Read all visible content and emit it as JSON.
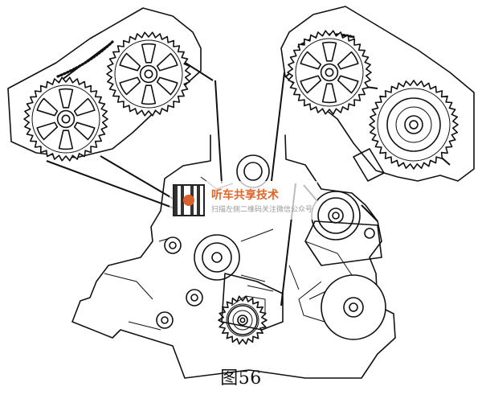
{
  "caption": "图56",
  "watermark": {
    "title": "听车共享技术",
    "subtitle": "扫描左侧二维码关注微信公众号"
  },
  "colors": {
    "line": "#111111",
    "background": "#ffffff",
    "watermark_accent": "#e0662a",
    "watermark_text": "#9a9a9a"
  }
}
